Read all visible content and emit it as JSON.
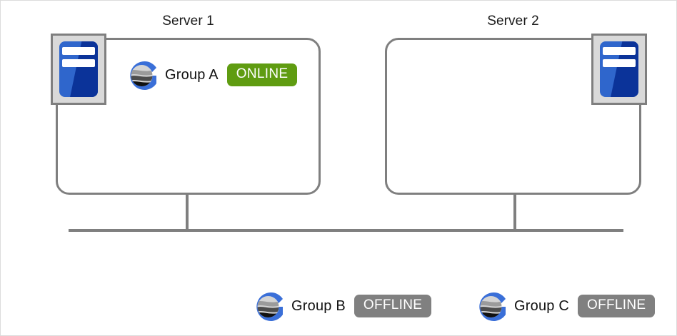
{
  "diagram": {
    "title_color": "#1a1a1a",
    "line_color": "#7f7f7f",
    "online_color": "#5f9c11",
    "offline_color": "#808080",
    "server_icon_color": "#2f66cc"
  },
  "servers": [
    {
      "title": "Server 1",
      "icon_name": "server-icon",
      "icon_position": "top-left",
      "groups": [
        {
          "name": "Group A",
          "status": "ONLINE",
          "status_kind": "online",
          "icon_name": "group-globe-icon"
        }
      ]
    },
    {
      "title": "Server 2",
      "icon_name": "server-icon",
      "icon_position": "top-right",
      "groups": []
    }
  ],
  "unassigned_groups": [
    {
      "name": "Group B",
      "status": "OFFLINE",
      "status_kind": "offline",
      "icon_name": "group-globe-icon"
    },
    {
      "name": "Group C",
      "status": "OFFLINE",
      "status_kind": "offline",
      "icon_name": "group-globe-icon"
    }
  ]
}
